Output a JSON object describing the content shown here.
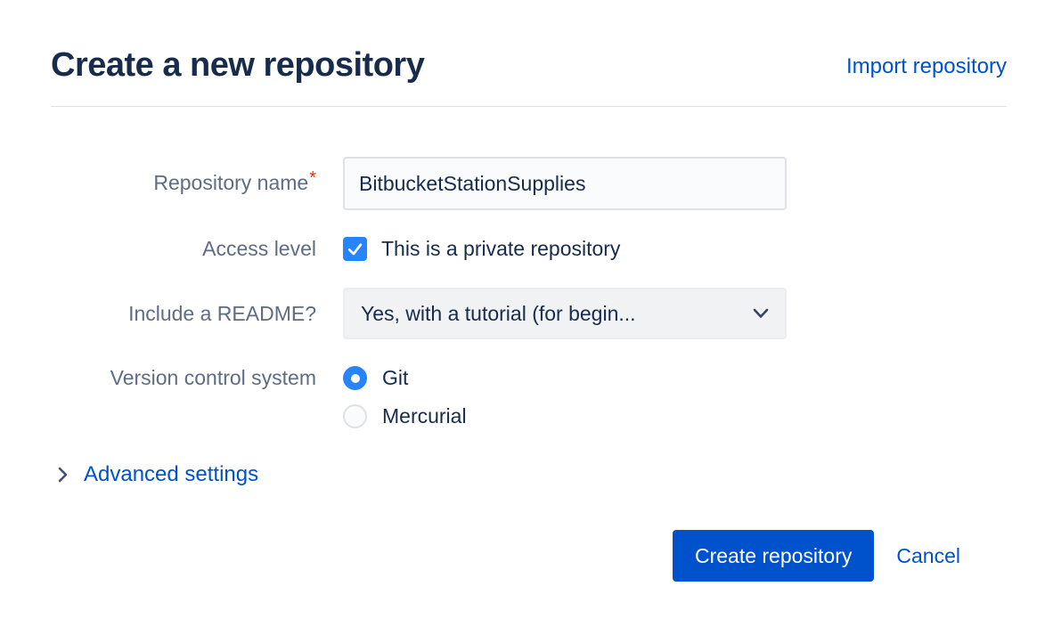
{
  "header": {
    "title": "Create a new repository",
    "import_link": "Import repository"
  },
  "form": {
    "repository_name": {
      "label": "Repository name",
      "required_marker": "*",
      "value": "BitbucketStationSupplies"
    },
    "access_level": {
      "label": "Access level",
      "checkbox_label": "This is a private repository",
      "checked": true
    },
    "include_readme": {
      "label": "Include a README?",
      "selected_option": "Yes, with a tutorial (for begin..."
    },
    "version_control": {
      "label": "Version control system",
      "options": [
        {
          "label": "Git",
          "selected": true
        },
        {
          "label": "Mercurial",
          "selected": false
        }
      ]
    },
    "advanced_settings_label": "Advanced settings"
  },
  "actions": {
    "create_label": "Create repository",
    "cancel_label": "Cancel"
  },
  "colors": {
    "accent_blue": "#0052CC",
    "control_blue": "#2684FF",
    "title_text": "#172B4D",
    "label_text": "#5E6C84",
    "required_red": "#DE350B",
    "divider": "#DFE1E6"
  }
}
